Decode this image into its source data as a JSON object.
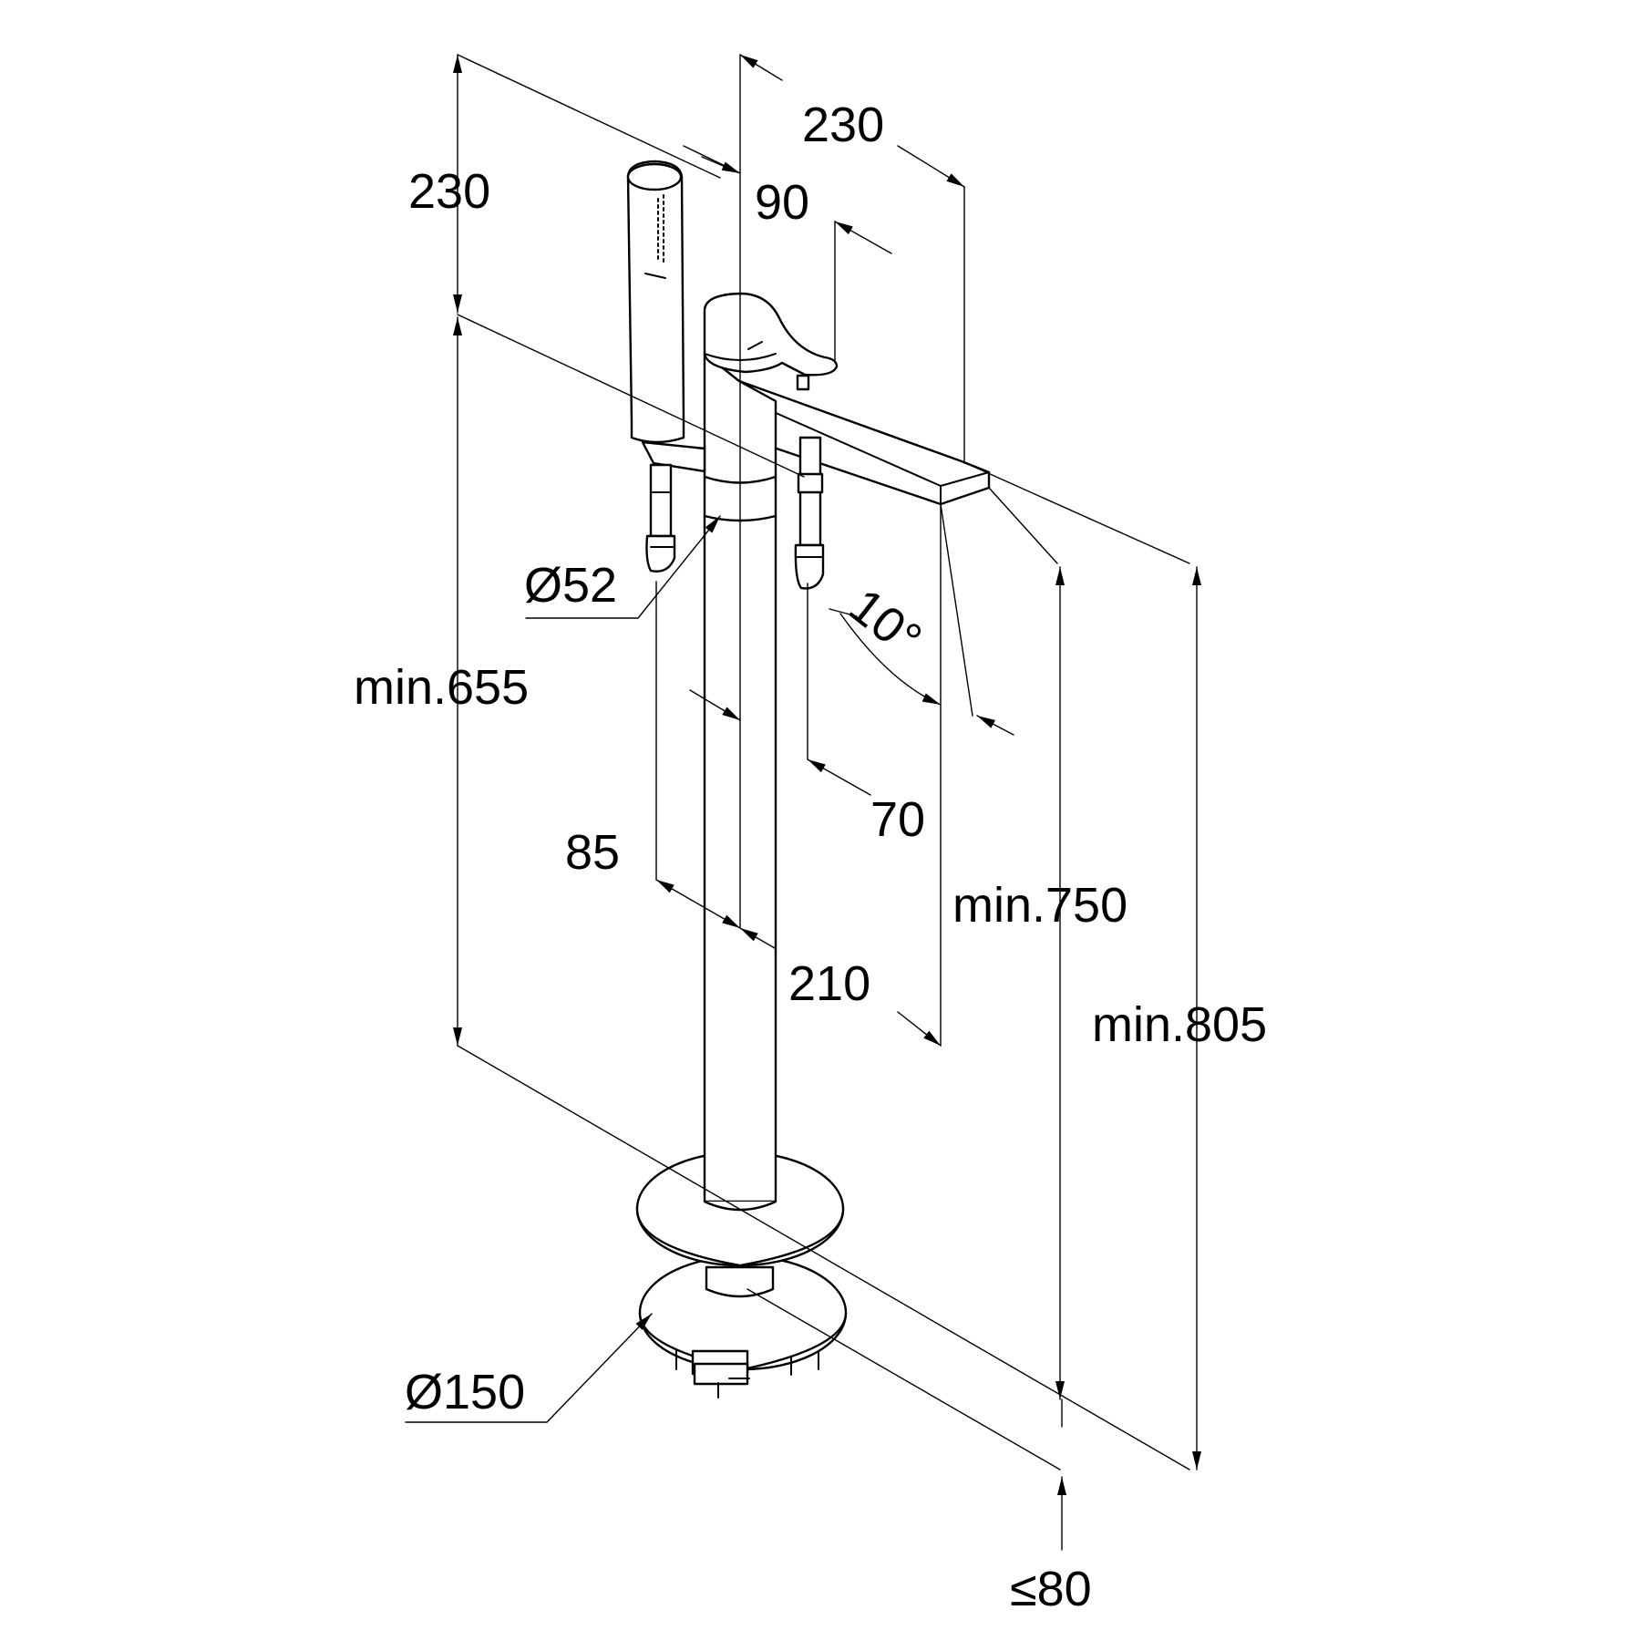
{
  "dimensions": {
    "dim_230_top": "230",
    "dim_230_left": "230",
    "dim_90": "90",
    "dim_d52": "Ø52",
    "dim_10deg": "10°",
    "dim_min655": "min.655",
    "dim_70": "70",
    "dim_85": "85",
    "dim_min750": "min.750",
    "dim_210": "210",
    "dim_min805": "min.805",
    "dim_d150": "Ø150",
    "dim_le80": "≤80"
  }
}
